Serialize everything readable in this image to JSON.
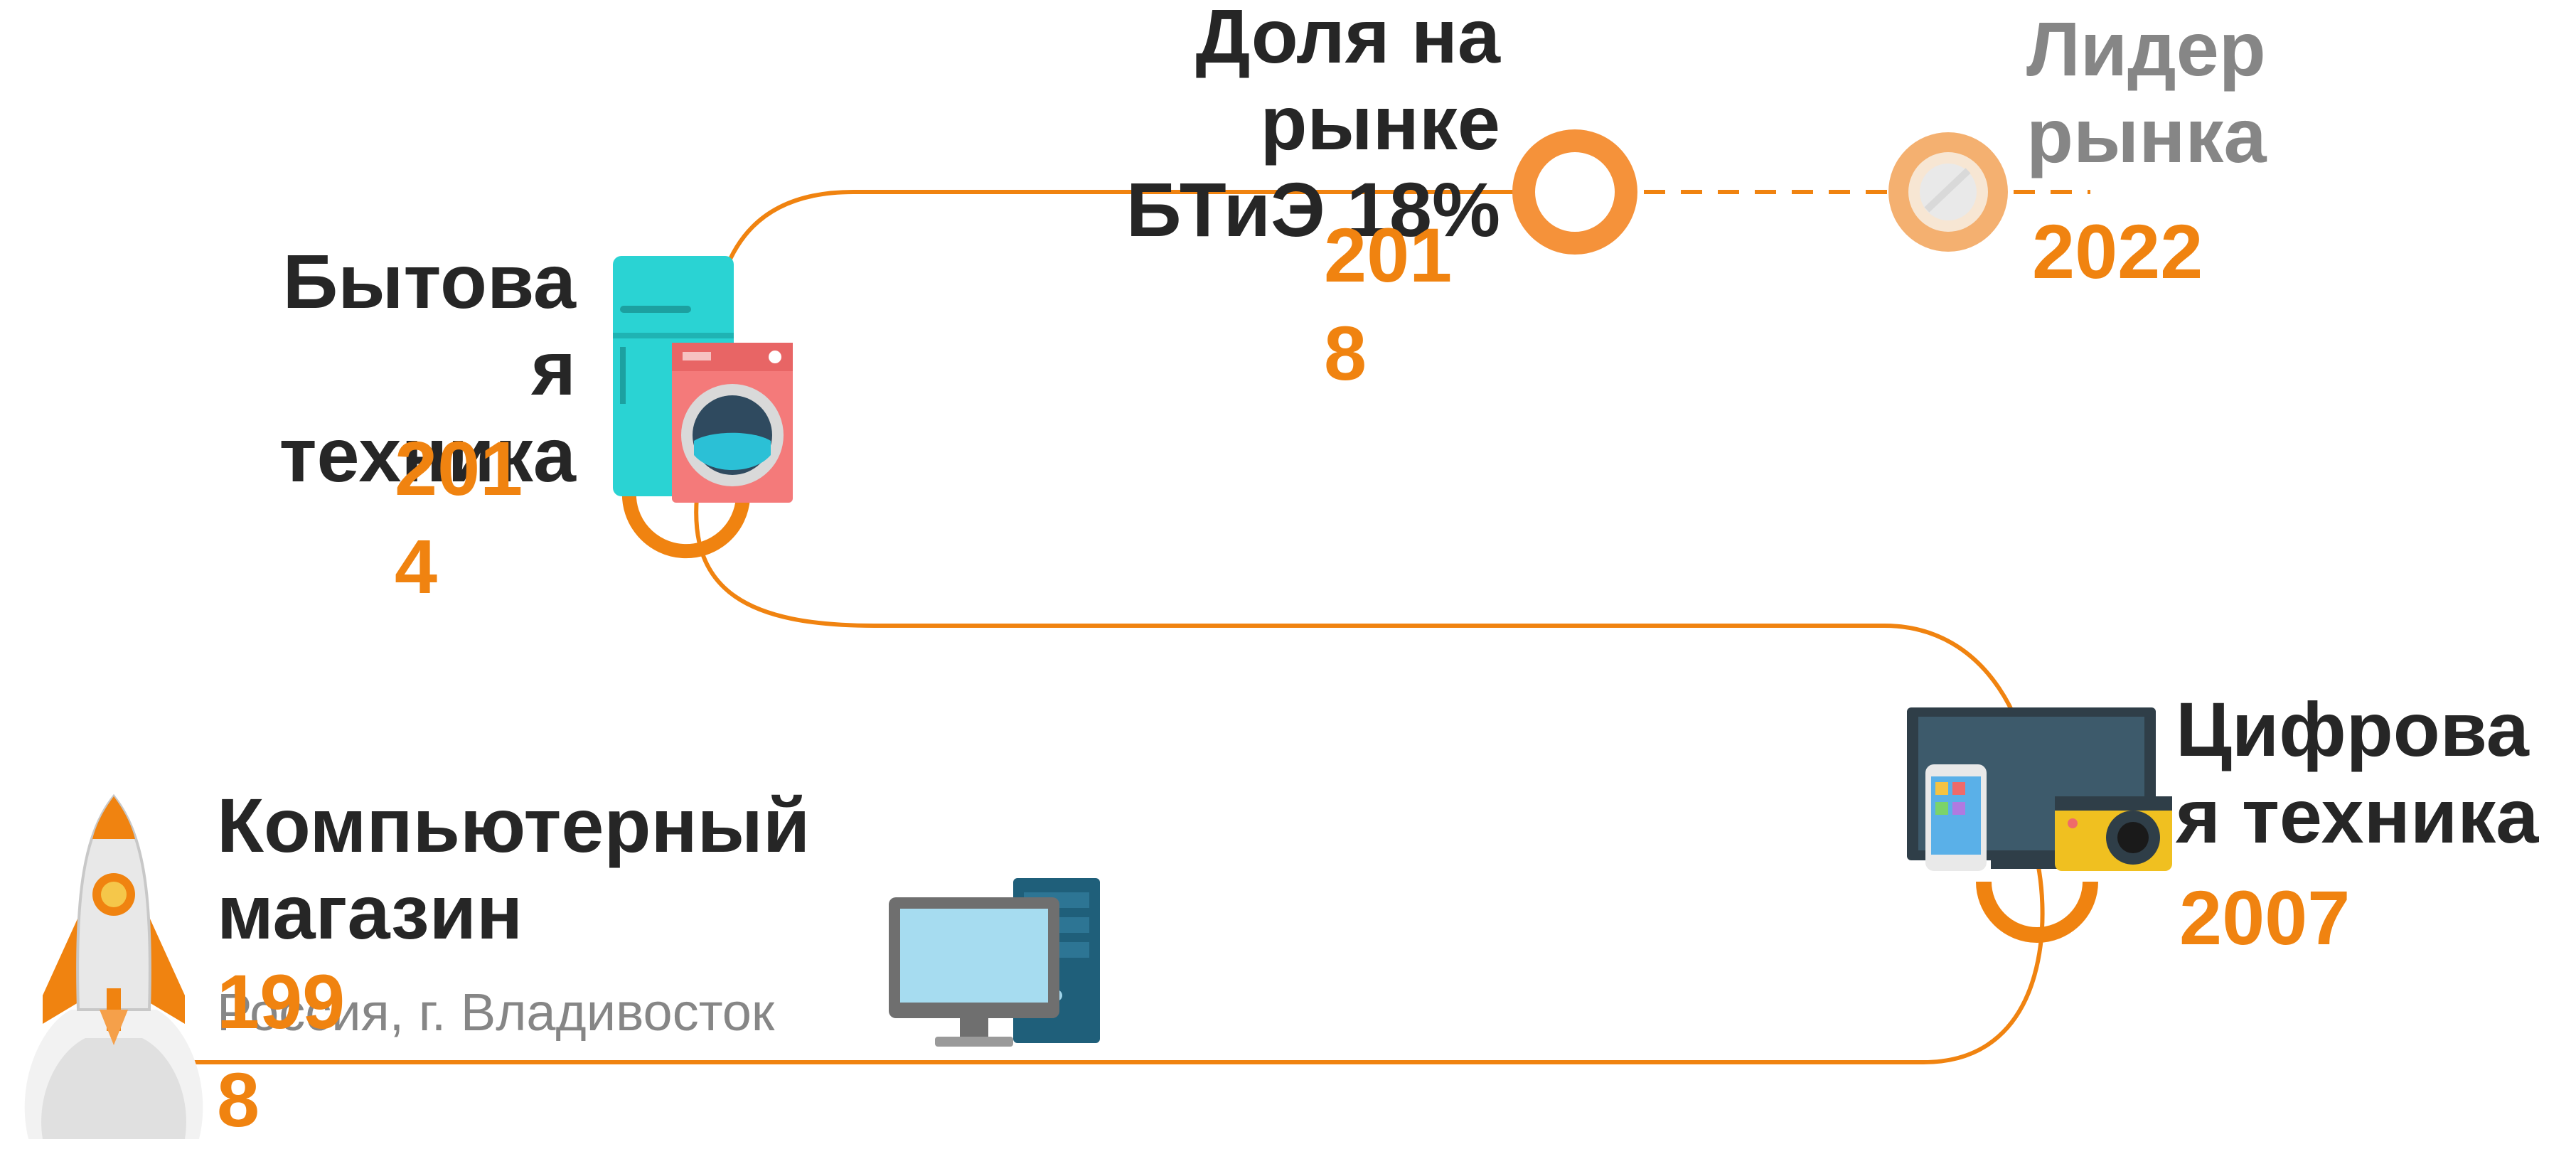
{
  "colors": {
    "accent": "#f08310",
    "text_dark": "#262626",
    "text_gray": "#868686"
  },
  "milestones": [
    {
      "id": "computer",
      "title_line1": "Компьютерный",
      "title_line2": "магазин",
      "subtitle": "Россия, г. Владивосток",
      "year_line1": "199",
      "year_line2": "8",
      "icon": "rocket-icon"
    },
    {
      "id": "digital",
      "title_line1": "Цифрова",
      "title_line2": "я техника",
      "year": "2007",
      "icon": "tv-phone-camera-icon"
    },
    {
      "id": "appliances",
      "title_line1": "Бытова",
      "title_line2": "я",
      "title_line3": "техника",
      "year_line1": "201",
      "year_line2": "4",
      "icon": "fridge-washer-icon"
    },
    {
      "id": "share",
      "title_line1": "Доля на",
      "title_line2": "рынке",
      "title_line3": "БТиЭ 18%",
      "year_line1": "201",
      "year_line2": "8",
      "icon": "ring-marker"
    },
    {
      "id": "leader",
      "title_line1": "Лидер",
      "title_line2": "рынка",
      "year": "2022",
      "icon": "target-marker"
    }
  ]
}
